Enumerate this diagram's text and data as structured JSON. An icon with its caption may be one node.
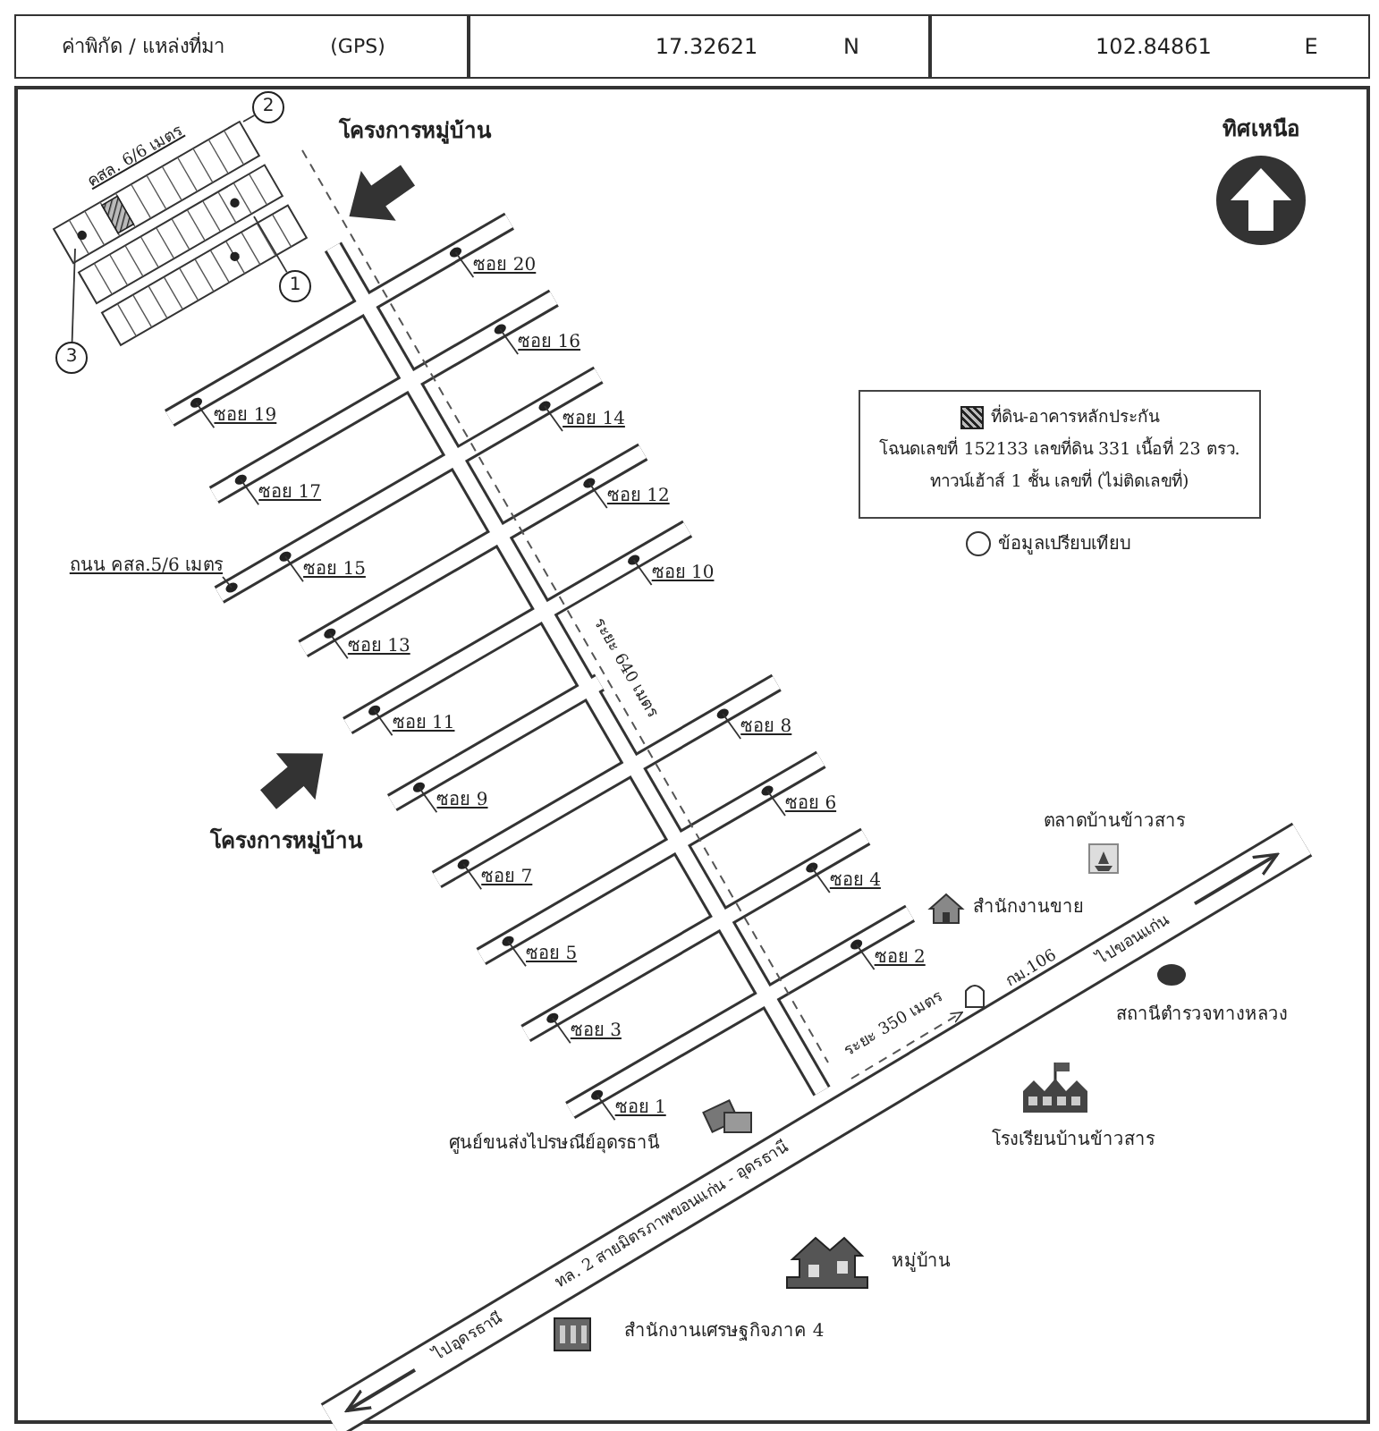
{
  "diagram": {
    "nodes": [
      {
        "text": [
          "2"
        ]
      },
      {
        "text": [
          "1"
        ]
      },
      {
        "text": [
          "3"
        ]
      },
      {
        "text": [
          "ซอย 20"
        ]
      },
      {
        "text": [
          "ซอย 16"
        ]
      },
      {
        "text": [
          "ซอย 14"
        ]
      },
      {
        "text": [
          "ซอย 19"
        ]
      },
      {
        "text": [
          "ซอย 12"
        ]
      },
      {
        "text": [
          "ซอย 17"
        ]
      },
      {
        "text": [
          "ซอย 10"
        ]
      },
      {
        "text": [
          "ถนน คสล.5/6 เมตร"
        ]
      },
      {
        "text": [
          "ซอย 15"
        ]
      },
      {
        "text": [
          "ซอย 13"
        ]
      },
      {
        "text": [
          "ซอย 8"
        ]
      },
      {
        "text": [
          "ซอย 11"
        ]
      },
      {
        "text": [
          "ซอย 6"
        ]
      },
      {
        "text": [
          "ซอย 9"
        ]
      },
      {
        "text": [
          "ซอย 4"
        ]
      },
      {
        "text": [
          "ซอย 7"
        ]
      },
      {
        "text": [
          "ซอย 2"
        ]
      },
      {
        "text": [
          "ซอย 5"
        ]
      },
      {
        "text": [
          "ซอย 3"
        ]
      },
      {
        "text": [
          "ซอย 1"
        ]
      },
      {
        "text": [],
        "shape": "picture"
      }
    ],
    "edges": [
      {
        "from": 0,
        "to": 23,
        "arrow": "none"
      },
      {
        "from": 1,
        "to": 23,
        "arrow": "none"
      },
      {
        "from": 2,
        "to": 23,
        "arrow": "none"
      },
      {
        "from": 3,
        "to": null,
        "arrow": "none"
      },
      {
        "from": 4,
        "to": null,
        "arrow": "none"
      },
      {
        "from": 5,
        "to": null,
        "arrow": "none"
      },
      {
        "from": 6,
        "to": null,
        "arrow": "none"
      },
      {
        "from": 7,
        "to": null,
        "arrow": "none"
      },
      {
        "from": 8,
        "to": null,
        "arrow": "none"
      },
      {
        "from": 9,
        "to": null,
        "arrow": "none"
      },
      {
        "from": 10,
        "to": null,
        "arrow": "none"
      },
      {
        "from": 11,
        "to": null,
        "arrow": "none"
      },
      {
        "from": 12,
        "to": null,
        "arrow": "none"
      },
      {
        "from": 13,
        "to": null,
        "arrow": "none"
      },
      {
        "from": 14,
        "to": null,
        "arrow": "none"
      },
      {
        "from": 15,
        "to": null,
        "arrow": "none"
      },
      {
        "from": 16,
        "to": null,
        "arrow": "none"
      },
      {
        "from": 17,
        "to": null,
        "arrow": "none"
      },
      {
        "from": 18,
        "to": null,
        "arrow": "none"
      },
      {
        "from": 19,
        "to": null,
        "arrow": "none"
      },
      {
        "from": 20,
        "to": null,
        "arrow": "none"
      },
      {
        "from": 21,
        "to": null,
        "arrow": "none"
      },
      {
        "from": 22,
        "to": null,
        "arrow": "none"
      }
    ],
    "labels": [
      "ค่าพิกัด / แหล่งที่มา",
      "(GPS)",
      "17.32621",
      "N",
      "102.84861",
      "E",
      "คสล. 6/6 เมตร",
      "โครงการหมู่บ้าน",
      "ทิศเหนือ",
      "โฉนดเลขที่ 152133 เลขที่ดิน 331 เนื้อที่ 23 ตรว.",
      "ทาวน์เฮ้าส์ 1 ชั้น เลขที่ (ไม่ติดเลขที่)",
      "ระยะ 640 เมตร",
      "โครงการหมู่บ้าน",
      "ตลาดบ้านข้าวสาร",
      "สำนักงานขาย",
      "กม.106",
      "ไปขอนแก่น",
      "ระยะ 350 เมตร",
      "สถานีตำรวจทางหลวง",
      "โรงเรียนบ้านข้าวสาร",
      "ศูนย์ขนส่งไปรษณีย์อุดรธานี",
      "ทล. 2 สายมิตรภาพขอนแก่น - อุดรธานี",
      "หมู่บ้าน",
      "สำนักงานเศรษฐกิจภาค 4",
      "ไปอุดรธานี"
    ],
    "legend": [
      {
        "text": "ที่ดิน-อาคารหลักประกัน"
      },
      {
        "text": "ข้อมูลเปรียบเทียบ"
      }
    ]
  }
}
